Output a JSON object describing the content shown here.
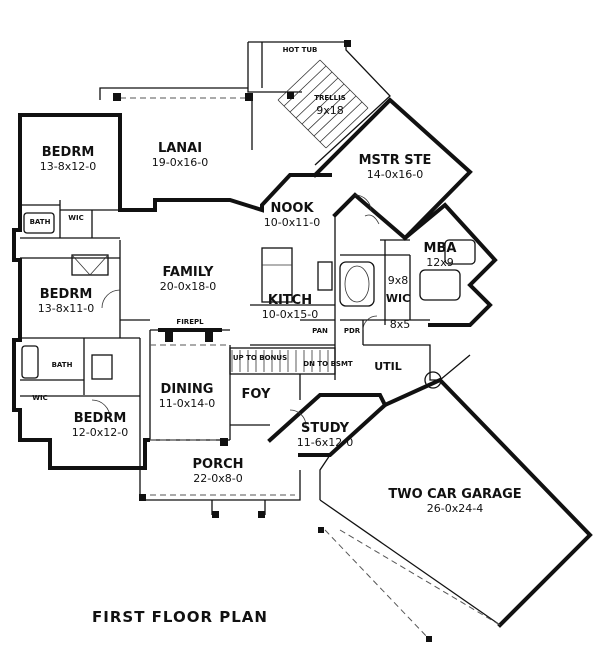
{
  "plan_title": "FIRST FLOOR PLAN",
  "rooms": [
    {
      "key": "hot_tub",
      "name": "HOT TUB",
      "size": ""
    },
    {
      "key": "trellis",
      "name": "TRELLIS",
      "size": "9x18"
    },
    {
      "key": "lanai",
      "name": "LANAI",
      "size": "19-0x16-0"
    },
    {
      "key": "mstr_ste",
      "name": "MSTR STE",
      "size": "14-0x16-0"
    },
    {
      "key": "bedrm_1",
      "name": "BEDRM",
      "size": "13-8x12-0"
    },
    {
      "key": "nook",
      "name": "NOOK",
      "size": "10-0x11-0"
    },
    {
      "key": "mba",
      "name": "MBA",
      "size": "12x9"
    },
    {
      "key": "wic_master",
      "name": "WIC",
      "size": "9x8"
    },
    {
      "key": "family",
      "name": "FAMILY",
      "size": "20-0x18-0"
    },
    {
      "key": "kitch",
      "name": "KITCH",
      "size": "10-0x15-0"
    },
    {
      "key": "bedrm_2",
      "name": "BEDRM",
      "size": "13-8x11-0"
    },
    {
      "key": "dining",
      "name": "DINING",
      "size": "11-0x14-0"
    },
    {
      "key": "foy",
      "name": "FOY",
      "size": ""
    },
    {
      "key": "study",
      "name": "STUDY",
      "size": "11-6x12-0"
    },
    {
      "key": "bedrm_3",
      "name": "BEDRM",
      "size": "12-0x12-0"
    },
    {
      "key": "porch",
      "name": "PORCH",
      "size": "22-0x8-0"
    },
    {
      "key": "garage",
      "name": "TWO CAR GARAGE",
      "size": "26-0x24-4"
    }
  ],
  "small_labels": {
    "bath_1": "BATH",
    "wic_1": "WIC",
    "bath_2": "BATH",
    "wic_2": "WIC",
    "firepl": "FIREPL",
    "pdr": "PDR",
    "pan": "PAN",
    "util": "UTIL",
    "closet": "8x5",
    "up_to_bonus": "UP TO BONUS",
    "dn_to_bsmt": "DN TO BSMT"
  }
}
